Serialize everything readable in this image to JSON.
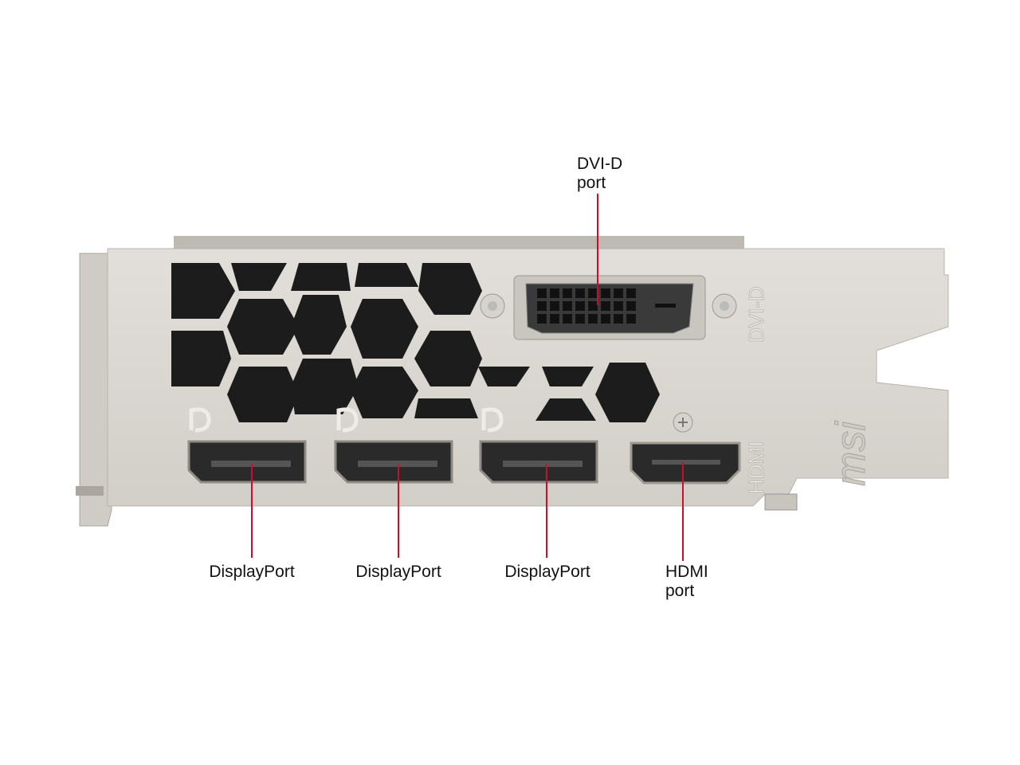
{
  "labels": {
    "dvi": {
      "line1": "DVI-D",
      "line2": "port"
    },
    "dp1": "DisplayPort",
    "dp2": "DisplayPort",
    "dp3": "DisplayPort",
    "hdmi": {
      "line1": "HDMI",
      "line2": "port"
    }
  },
  "bracket_markings": {
    "dvi_text": "DVI-D",
    "hdmi_text": "HDMI",
    "brand_logo": "msi"
  },
  "colors": {
    "leader_line": "#c8102e",
    "bracket": "#d9d6d1",
    "hole": "#1c1c1c"
  }
}
